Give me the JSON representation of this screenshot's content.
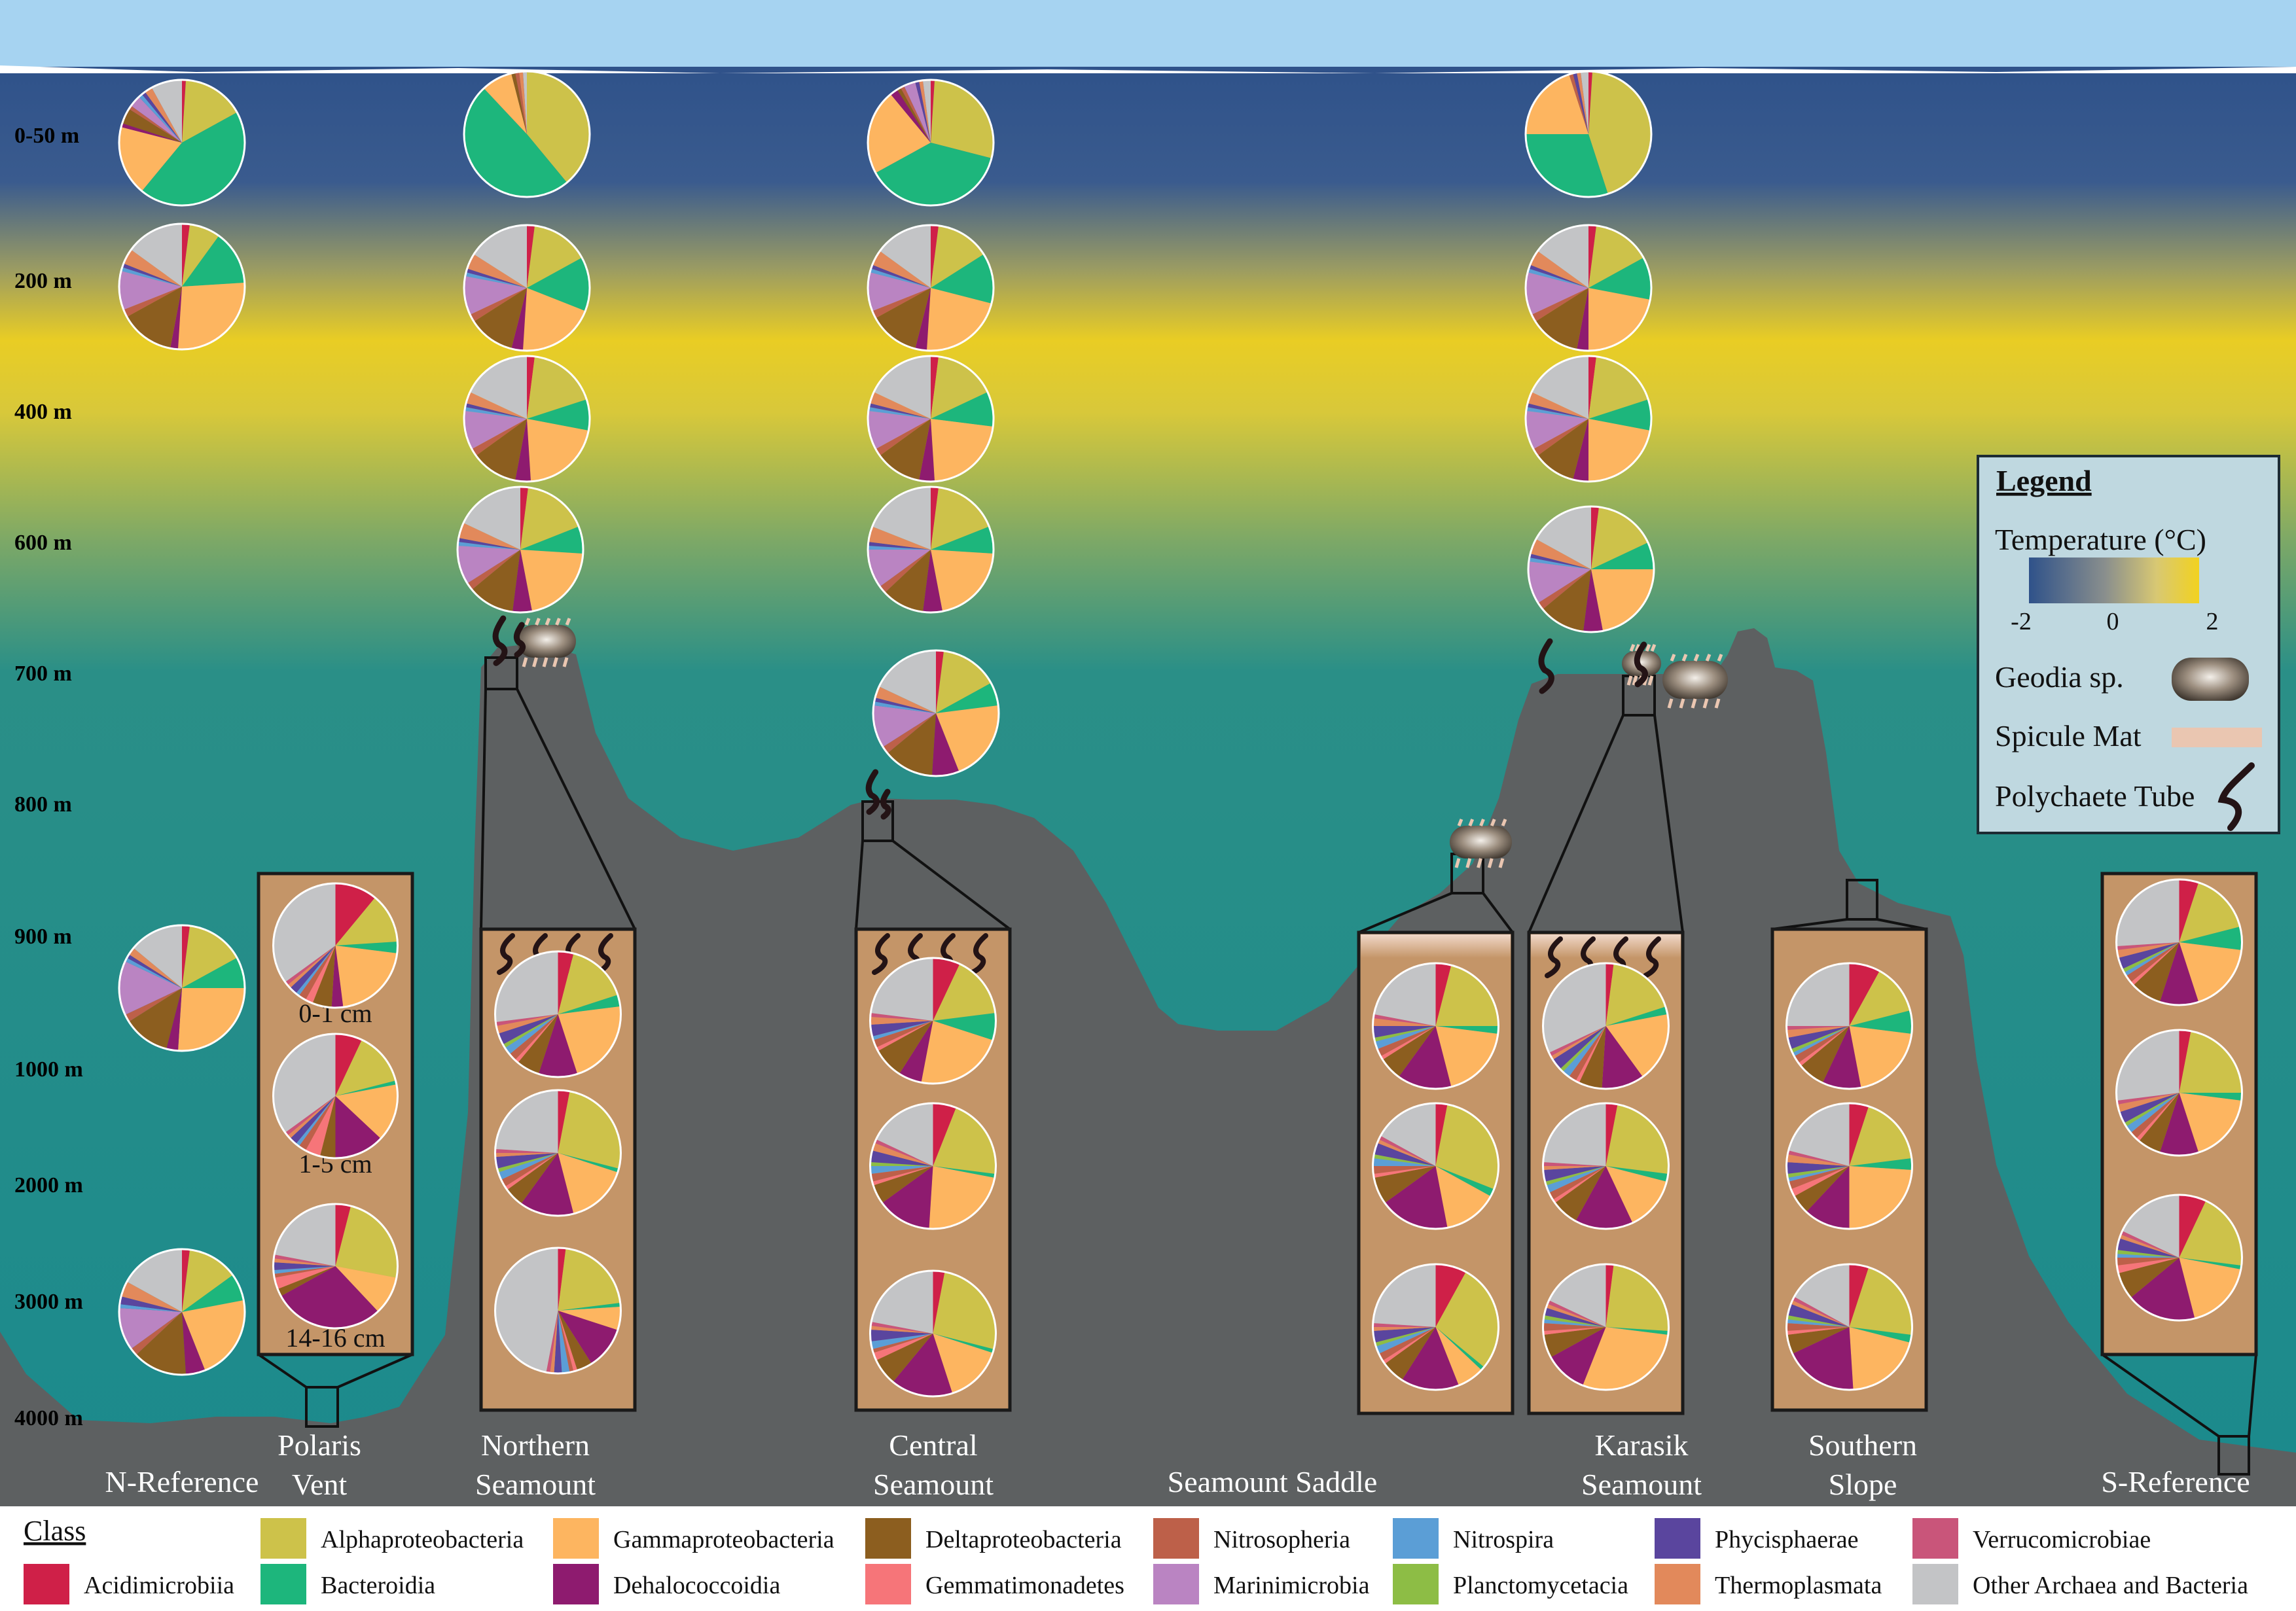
{
  "colors": {
    "sky": "#a6d3f1",
    "ocean_top": "#3b5b8f",
    "ocean_warm": "#eacc22",
    "ocean_deep": "#1b8a8d",
    "seafloor": "#5d6061",
    "core": "#c49568",
    "spicule": "#eac6b1"
  },
  "depth_labels": [
    "0-50 m",
    "200 m",
    "400 m",
    "600 m",
    "700 m",
    "800 m",
    "900 m",
    "1000 m",
    "2000 m",
    "3000 m",
    "4000 m"
  ],
  "sites": [
    {
      "lines": [
        "N-Reference"
      ]
    },
    {
      "lines": [
        "Polaris",
        "Vent"
      ]
    },
    {
      "lines": [
        "Northern",
        "Seamount"
      ]
    },
    {
      "lines": [
        "Central",
        "Seamount"
      ]
    },
    {
      "lines": [
        "Seamount Saddle"
      ]
    },
    {
      "lines": [
        "Karasik",
        "Seamount"
      ]
    },
    {
      "lines": [
        "Southern",
        "Slope"
      ]
    },
    {
      "lines": [
        "S-Reference"
      ]
    }
  ],
  "core_depth_labels": [
    "0-1 cm",
    "1-5 cm",
    "14-16 cm"
  ],
  "legend": {
    "title": "Legend",
    "temperature_label": "Temperature (°C)",
    "temperature_ticks": [
      "-2",
      "0",
      "2"
    ],
    "geodia_label": "Geodia sp.",
    "spicule_label": "Spicule Mat",
    "polychaete_label": "Polychaete Tube"
  },
  "class_legend": {
    "title": "Class",
    "items": [
      {
        "name": "Alphaproteobacteria",
        "color": "#cdc24a"
      },
      {
        "name": "Acidimicrobiia",
        "color": "#cf2048"
      },
      {
        "name": "Bacteroidia",
        "color": "#1db67c"
      },
      {
        "name": "Gammaproteobacteria",
        "color": "#fdb560"
      },
      {
        "name": "Dehalococcoidia",
        "color": "#8e1b6f"
      },
      {
        "name": "Deltaproteobacteria",
        "color": "#8c5e1f"
      },
      {
        "name": "Gemmatimonadetes",
        "color": "#f67579"
      },
      {
        "name": "Nitrosopheria",
        "color": "#bd6049"
      },
      {
        "name": "Marinimicrobia",
        "color": "#ba84c2"
      },
      {
        "name": "Nitrospira",
        "color": "#5b9ed6"
      },
      {
        "name": "Planctomycetacia",
        "color": "#8dbd45"
      },
      {
        "name": "Phycisphaerae",
        "color": "#5a459e"
      },
      {
        "name": "Thermoplasmata",
        "color": "#e2895b"
      },
      {
        "name": "Verrucomicrobiae",
        "color": "#c9557a"
      },
      {
        "name": "Other Archaea and Bacteria",
        "color": "#c3c4c6"
      }
    ]
  },
  "chart_data": {
    "type": "pie",
    "class_order": [
      "Acidimicrobiia",
      "Alphaproteobacteria",
      "Bacteroidia",
      "Gammaproteobacteria",
      "Dehalococcoidia",
      "Deltaproteobacteria",
      "Gemmatimonadetes",
      "Nitrosopheria",
      "Marinimicrobia",
      "Nitrospira",
      "Planctomycetacia",
      "Phycisphaerae",
      "Thermoplasmata",
      "Verrucomicrobiae",
      "Other Archaea and Bacteria"
    ],
    "note_values": "percent relative abundance per class, in class_order",
    "water_column": [
      {
        "site": "N-Reference",
        "depth": "0-50 m",
        "values": [
          1,
          16,
          44,
          18,
          1,
          4,
          0,
          1,
          3,
          1,
          0,
          1,
          2,
          0,
          8
        ]
      },
      {
        "site": "N-Reference",
        "depth": "200 m",
        "values": [
          2,
          8,
          14,
          27,
          2,
          14,
          0,
          2,
          10,
          1,
          0,
          1,
          4,
          0,
          15
        ]
      },
      {
        "site": "N-Reference",
        "depth": "900 m",
        "values": [
          2,
          15,
          8,
          26,
          3,
          12,
          0,
          2,
          14,
          1,
          0,
          1,
          2,
          0,
          14
        ]
      },
      {
        "site": "N-Reference",
        "depth": "3000 m",
        "values": [
          2,
          13,
          7,
          22,
          5,
          14,
          0,
          2,
          11,
          1,
          0,
          2,
          4,
          0,
          17
        ]
      },
      {
        "site": "Northern Seamount",
        "depth": "0-50 m",
        "values": [
          0,
          39,
          49,
          8,
          0,
          1,
          0,
          1,
          0,
          0,
          0,
          0,
          1,
          0,
          1
        ]
      },
      {
        "site": "Northern Seamount",
        "depth": "200 m",
        "values": [
          2,
          15,
          14,
          20,
          3,
          12,
          0,
          2,
          10,
          1,
          0,
          1,
          4,
          0,
          16
        ]
      },
      {
        "site": "Northern Seamount",
        "depth": "400 m",
        "values": [
          2,
          18,
          8,
          21,
          4,
          12,
          0,
          2,
          10,
          1,
          0,
          1,
          3,
          0,
          18
        ]
      },
      {
        "site": "Northern Seamount",
        "depth": "600 m",
        "values": [
          2,
          17,
          7,
          21,
          5,
          12,
          0,
          2,
          10,
          1,
          0,
          1,
          4,
          0,
          18
        ]
      },
      {
        "site": "Central Seamount",
        "depth": "0-50 m",
        "values": [
          1,
          28,
          38,
          22,
          2,
          1,
          0,
          1,
          3,
          0,
          0,
          1,
          1,
          0,
          2
        ]
      },
      {
        "site": "Central Seamount",
        "depth": "200 m",
        "values": [
          2,
          14,
          13,
          22,
          3,
          13,
          0,
          2,
          10,
          1,
          0,
          1,
          4,
          0,
          15
        ]
      },
      {
        "site": "Central Seamount",
        "depth": "400 m",
        "values": [
          2,
          16,
          9,
          22,
          4,
          12,
          0,
          2,
          10,
          1,
          0,
          1,
          3,
          0,
          18
        ]
      },
      {
        "site": "Central Seamount",
        "depth": "600 m",
        "values": [
          2,
          17,
          7,
          21,
          5,
          11,
          0,
          2,
          10,
          1,
          0,
          1,
          4,
          0,
          19
        ]
      },
      {
        "site": "Central Seamount",
        "depth": "700 m",
        "values": [
          2,
          15,
          6,
          21,
          7,
          13,
          0,
          2,
          11,
          1,
          0,
          1,
          3,
          0,
          18
        ]
      },
      {
        "site": "Karasik Seamount",
        "depth": "0-50 m",
        "values": [
          1,
          44,
          30,
          20,
          0,
          0,
          0,
          1,
          0,
          0,
          0,
          1,
          1,
          0,
          2
        ]
      },
      {
        "site": "Karasik Seamount",
        "depth": "200 m",
        "values": [
          2,
          15,
          11,
          22,
          3,
          13,
          0,
          2,
          11,
          1,
          0,
          1,
          4,
          0,
          15
        ]
      },
      {
        "site": "Karasik Seamount",
        "depth": "400 m",
        "values": [
          2,
          18,
          8,
          22,
          4,
          11,
          0,
          2,
          10,
          1,
          0,
          1,
          3,
          0,
          18
        ]
      },
      {
        "site": "Karasik Seamount",
        "depth": "600 m",
        "values": [
          2,
          16,
          7,
          22,
          5,
          12,
          0,
          2,
          11,
          1,
          0,
          1,
          4,
          0,
          17
        ]
      }
    ],
    "sediment_cores": [
      {
        "site": "Polaris Vent",
        "depth": "0-1 cm",
        "values": [
          11,
          13,
          3,
          21,
          3,
          5,
          2,
          2,
          0,
          1,
          0,
          2,
          1,
          1,
          35
        ]
      },
      {
        "site": "Polaris Vent",
        "depth": "1-5 cm",
        "values": [
          7,
          14,
          1,
          15,
          13,
          4,
          4,
          2,
          0,
          1,
          0,
          2,
          1,
          1,
          35
        ]
      },
      {
        "site": "Polaris Vent",
        "depth": "14-16 cm",
        "values": [
          4,
          24,
          0,
          10,
          29,
          2,
          3,
          1,
          0,
          1,
          0,
          2,
          1,
          1,
          22
        ]
      },
      {
        "site": "Northern Seamount",
        "depth": "0-1 cm",
        "values": [
          4,
          16,
          3,
          22,
          10,
          6,
          1,
          2,
          0,
          2,
          1,
          3,
          2,
          1,
          27
        ]
      },
      {
        "site": "Northern Seamount",
        "depth": "1-5 cm",
        "values": [
          3,
          26,
          1,
          16,
          14,
          5,
          1,
          2,
          0,
          2,
          1,
          3,
          1,
          1,
          24
        ]
      },
      {
        "site": "Northern Seamount",
        "depth": "14-16 cm",
        "values": [
          2,
          21,
          1,
          6,
          11,
          4,
          1,
          1,
          0,
          2,
          0,
          2,
          1,
          1,
          47
        ]
      },
      {
        "site": "Central Seamount",
        "depth": "0-1 cm",
        "values": [
          7,
          16,
          7,
          23,
          6,
          8,
          1,
          2,
          0,
          1,
          0,
          3,
          2,
          1,
          23
        ]
      },
      {
        "site": "Central Seamount",
        "depth": "1-5 cm",
        "values": [
          6,
          21,
          1,
          23,
          14,
          5,
          1,
          2,
          0,
          2,
          1,
          3,
          2,
          1,
          18
        ]
      },
      {
        "site": "Central Seamount",
        "depth": "14-16 cm",
        "values": [
          3,
          26,
          1,
          15,
          16,
          7,
          2,
          1,
          0,
          2,
          0,
          3,
          1,
          1,
          22
        ]
      },
      {
        "site": "Seamount Saddle",
        "depth": "0-1 cm",
        "values": [
          4,
          21,
          2,
          19,
          14,
          6,
          1,
          2,
          0,
          2,
          1,
          3,
          2,
          1,
          22
        ]
      },
      {
        "site": "Seamount Saddle",
        "depth": "1-5 cm",
        "values": [
          3,
          28,
          2,
          14,
          18,
          7,
          1,
          2,
          0,
          2,
          1,
          3,
          1,
          1,
          17
        ]
      },
      {
        "site": "Seamount Saddle",
        "depth": "14-16 cm",
        "values": [
          8,
          28,
          1,
          7,
          15,
          6,
          1,
          2,
          0,
          2,
          1,
          3,
          1,
          1,
          24
        ]
      },
      {
        "site": "Karasik Seamount",
        "depth": "0-1 cm",
        "values": [
          2,
          18,
          2,
          18,
          11,
          6,
          1,
          2,
          0,
          2,
          1,
          3,
          1,
          1,
          32
        ]
      },
      {
        "site": "Karasik Seamount",
        "depth": "1-5 cm",
        "values": [
          3,
          24,
          2,
          14,
          15,
          7,
          1,
          2,
          0,
          2,
          1,
          3,
          1,
          1,
          24
        ]
      },
      {
        "site": "Karasik Seamount",
        "depth": "14-16 cm",
        "values": [
          2,
          24,
          1,
          29,
          11,
          6,
          1,
          2,
          0,
          1,
          1,
          2,
          1,
          1,
          18
        ]
      },
      {
        "site": "Southern Slope",
        "depth": "0-1 cm",
        "values": [
          8,
          13,
          6,
          20,
          10,
          7,
          1,
          2,
          0,
          1,
          1,
          3,
          2,
          1,
          25
        ]
      },
      {
        "site": "Southern Slope",
        "depth": "1-5 cm",
        "values": [
          5,
          18,
          3,
          24,
          12,
          5,
          2,
          2,
          0,
          1,
          1,
          3,
          2,
          1,
          21
        ]
      },
      {
        "site": "Southern Slope",
        "depth": "14-16 cm",
        "values": [
          5,
          22,
          2,
          20,
          19,
          5,
          1,
          2,
          0,
          1,
          1,
          3,
          1,
          1,
          17
        ]
      },
      {
        "site": "S-Reference",
        "depth": "0-1 cm",
        "values": [
          5,
          16,
          6,
          18,
          10,
          8,
          1,
          2,
          0,
          1,
          1,
          3,
          2,
          1,
          26
        ]
      },
      {
        "site": "S-Reference",
        "depth": "1-5 cm",
        "values": [
          3,
          22,
          2,
          18,
          10,
          6,
          1,
          2,
          0,
          2,
          1,
          3,
          2,
          1,
          27
        ]
      },
      {
        "site": "S-Reference",
        "depth": "14-16 cm",
        "values": [
          7,
          20,
          1,
          18,
          18,
          7,
          2,
          2,
          0,
          1,
          1,
          3,
          1,
          1,
          18
        ]
      }
    ]
  }
}
